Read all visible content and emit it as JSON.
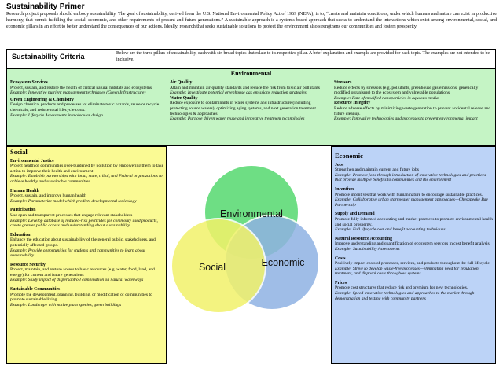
{
  "title": "Sustainability Primer",
  "intro": "Research project proposals should embody sustainability. The goal of sustainability, derived from the U.S. National Environmental Policy Act of 1969 (NEPA), is to, “create and maintain conditions, under which humans and nature can exist in productive harmony, that permit fulfilling the social, economic, and other requirements of present and future generations.” A sustainable approach is a systems-based approach that seeks to understand the interactions which exist among environmental, social, and economic pillars in an effort to better understand the consequences of our actions. Ideally, research that seeks sustainable solutions to protect the environment also strengthens our communities and fosters prosperity.",
  "criteria": {
    "title": "Sustainability Criteria",
    "text": "Below are the three pillars of sustainability, each with six broad topics that relate to its respective pillar. A brief explanation and example are provided for each topic. The examples are not intended to be inclusive."
  },
  "environmental": {
    "heading": "Environmental",
    "col1": [
      {
        "title": "Ecosystem Services",
        "text": "Protect, sustain, and restore the health of critical natural habitats and ecosystems",
        "example": "Example: Innovative nutrient management techniques (Green Infrastructure)"
      },
      {
        "title": "Green Engineering & Chemistry",
        "text": "Design chemical products and processes to: eliminate toxic hazards, reuse or recycle chemicals, and reduce total lifecycle costs.",
        "example": "Example: Lifecycle Assessments in molecular design"
      }
    ],
    "col2": [
      {
        "title": "Air Quality",
        "text": "Attain and maintain air-quality standards and reduce the risk from toxic air pollutants",
        "example": "Example: Investigate potential greenhouse gas emissions reduction strategies"
      },
      {
        "title": "Water Quality",
        "text": "Reduce exposure to contaminants in water systems and infrastructure (including protecting source waters), optimizing aging systems, and next generation treatment technologies & approaches.",
        "example": "Example: Purpose driven water reuse and innovative treatment technologies"
      }
    ],
    "col3": [
      {
        "title": "Stressors",
        "text": "Reduce effects by stressors (e.g. pollutants, greenhouse gas emissions, genetically modified organisms) to the ecosystem and vulnerable populations",
        "example": "Example: Fate of modified nanoparticles in aqueous media"
      },
      {
        "title": "Resource Integrity",
        "text": "Reduce adverse effects by minimizing waste generation to prevent accidental release and future cleanup.",
        "example": "Example: Innovative technologies and processes to prevent environmental impact"
      }
    ]
  },
  "social": {
    "heading": "Social",
    "items": [
      {
        "title": "Environmental Justice",
        "text": "Protect health of communities over-burdened by pollution by empowering them to take action to improve their health and environment",
        "example": "Example: Establish partnerships with local, state, tribal, and Federal organizations to achieve healthy and sustainable communities"
      },
      {
        "title": "Human Health",
        "text": "Protect, sustain, and improve human health",
        "example": "Example: Parameterize model which predicts developmental toxicology"
      },
      {
        "title": "Participation",
        "text": "Use open and transparent processes that engage relevant stakeholders",
        "example": "Example: Develop database of reduced-risk pesticides for commonly used products, create greater public access and understanding about sustainability"
      },
      {
        "title": "Education",
        "text": "Enhance the education about sustainability of the general public, stakeholders, and potentially affected groups.",
        "example": "Example: Provide opportunities for students and communities to learn about sustainability"
      },
      {
        "title": "Resource Security",
        "text": "Protect, maintain, and restore access to basic resources (e.g. water, food, land, and energy) for current and future generations",
        "example": "Example: Study impact of dispersant/oil combination on natural waterways"
      },
      {
        "title": "Sustainable Communities",
        "text": "Promote the development, planning, building, or modification of communities to promote sustainable living",
        "example": "Example: Landscape with native plant species, green buildings"
      }
    ]
  },
  "economic": {
    "heading": "Economic",
    "items": [
      {
        "title": "Jobs",
        "text": "Strengthen and maintain current and future jobs",
        "example": "Example: Promote jobs through introduction of innovative technologies and practices that provide multiple benefits to communities and the environment"
      },
      {
        "title": "Incentives",
        "text": "Promote incentives that work with human nature to encourage sustainable practices.",
        "example": "Example: Collaborative urban stormwater management approaches—Chesapeake Bay Partnership"
      },
      {
        "title": "Supply and Demand",
        "text": "Promote fully informed accounting and market practices to promote environmental health and social prosperity.",
        "example": "Example: Full lifecycle cost and benefit accounting techniques"
      },
      {
        "title": "Natural Resource Accounting",
        "text": "Improve understanding and quantification of ecosystem services in cost benefit analysis.",
        "example": "Example: Sustainability Assessments"
      },
      {
        "title": "Costs",
        "text": "Positively impact costs of processes, services, and products throughout the full lifecycle",
        "example": "Example: Strive to develop waste-free processes—eliminating need for regulation, treatment, and disposal costs throughout systems"
      },
      {
        "title": "Prices",
        "text": "Promote cost structures that reduce risk and premium for new technologies.",
        "example": "Example: Speed innovative technologies and approaches to the market through demonstration and testing with community partners"
      }
    ]
  },
  "venn": {
    "environmental_label": "Environmental",
    "social_label": "Social",
    "economic_label": "Economic",
    "colors": {
      "environmental": "#62dc7a",
      "social": "#f2f26a",
      "economic": "#8fb2e3"
    }
  }
}
